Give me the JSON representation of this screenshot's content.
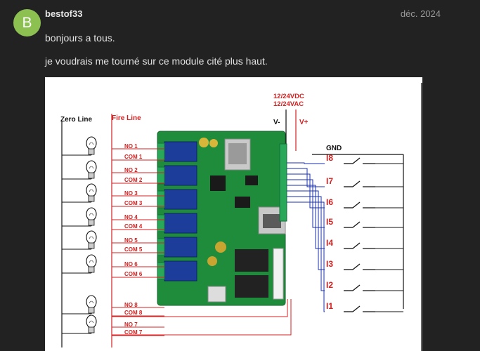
{
  "post": {
    "avatar_letter": "B",
    "username": "bestof33",
    "date": "déc. 2024",
    "paragraphs": [
      "bonjours a tous.",
      "je voudrais me tourné sur ce module cité plus haut."
    ]
  },
  "diagram": {
    "zero_line": "Zero Line",
    "fire_line": "Fire Line",
    "supply_v1": "12/24VDC",
    "supply_v2": "12/24VAC",
    "v_minus": "V-",
    "v_plus": "V+",
    "gnd": "GND",
    "relay_labels": [
      "NO 1",
      "COM 1",
      "NO 2",
      "COM 2",
      "NO 3",
      "COM 3",
      "NO 4",
      "COM 4",
      "NO 5",
      "COM 5",
      "NO 6",
      "COM 6",
      "NO 8",
      "COM 8",
      "NO 7",
      "COM 7"
    ],
    "inputs": [
      "I8",
      "I7",
      "I6",
      "I5",
      "I4",
      "I3",
      "I2",
      "I1"
    ],
    "colors": {
      "red": "#d42020",
      "blue": "#1a2fb0",
      "board": "#1f8c3c"
    }
  }
}
